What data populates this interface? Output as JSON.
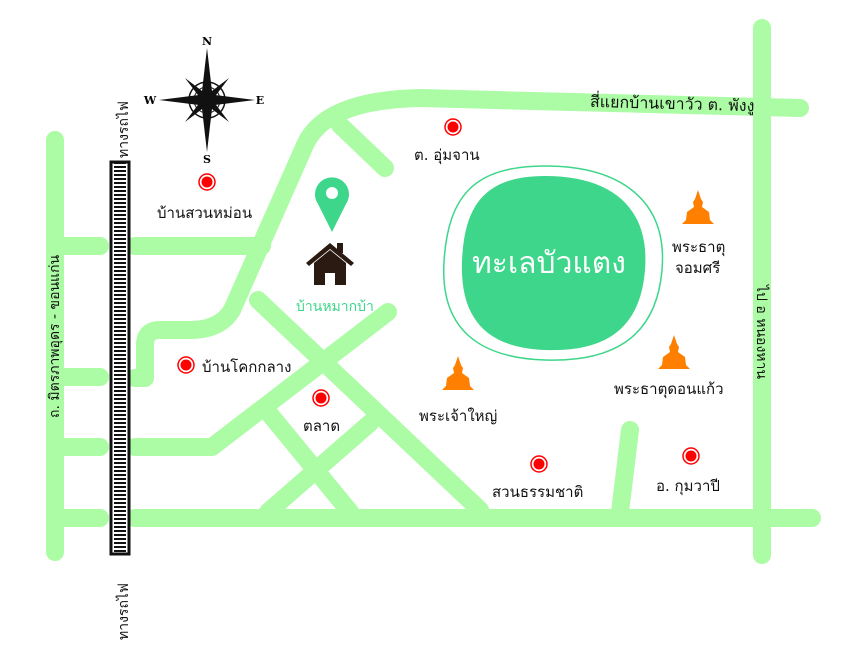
{
  "colors": {
    "road": "#abfca4",
    "lake": "#3dd68a",
    "marker": "#ff0000",
    "temple": "#ff8000",
    "house": "#2a1a12",
    "home_label": "#3dd68a"
  },
  "compass": {
    "n": "N",
    "s": "S",
    "e": "E",
    "w": "W"
  },
  "lake": {
    "label": "ทะเลบัวแตง"
  },
  "home": {
    "label": "บ้านหมากบ้า",
    "icon": "house-icon"
  },
  "roads": {
    "top": "สี่แยกบ้านเขาวัว ต. พังงู",
    "left": "ถ. มิตรภาพอุดร - ขอนแก่น",
    "right": "ไป อ หนองหาน",
    "railway_top": "ทางรถไฟ",
    "railway_bottom": "ทางรถไฟ"
  },
  "places": [
    {
      "label": "ต. อุ่มจาน",
      "type": "marker"
    },
    {
      "label": "บ้านสวนหม่อน",
      "type": "marker"
    },
    {
      "label": "บ้านโคกกลาง",
      "type": "marker"
    },
    {
      "label": "ตลาด",
      "type": "marker"
    },
    {
      "label": "สวนธรรมชาติ",
      "type": "marker"
    },
    {
      "label": "อ. กุมวาปี",
      "type": "marker"
    }
  ],
  "temples": [
    {
      "label1": "พระธาตุ",
      "label2": "จอมศรี"
    },
    {
      "label1": "พระธาตุดอนแก้ว"
    },
    {
      "label1": "พระเจ้าใหญ่"
    }
  ]
}
